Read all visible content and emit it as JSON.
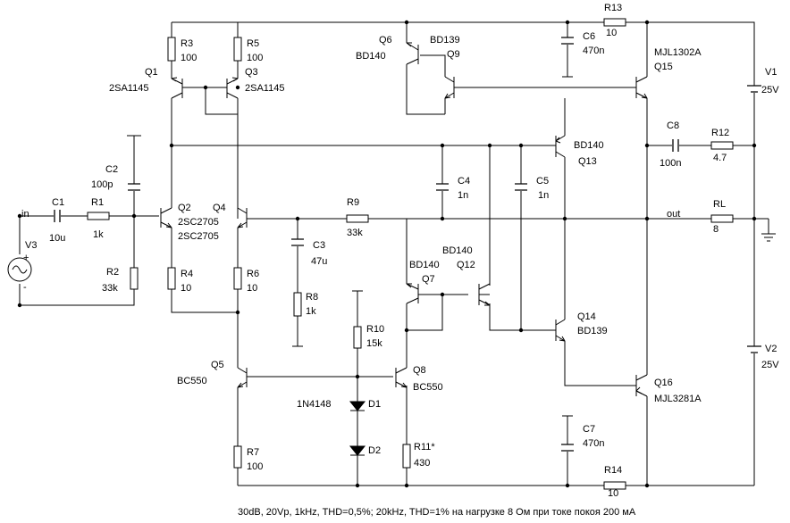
{
  "components": {
    "q1": {
      "ref": "Q1",
      "part": "2SA1145"
    },
    "q2": {
      "ref": "Q2",
      "part": "2SC2705"
    },
    "q3": {
      "ref": "Q3",
      "part": "2SA1145"
    },
    "q4": {
      "ref": "Q4",
      "part": "2SC2705"
    },
    "q5": {
      "ref": "Q5",
      "part": "BC550"
    },
    "q6": {
      "ref": "Q6",
      "part": "BD140"
    },
    "q7": {
      "ref": "Q7",
      "part": "BD140"
    },
    "q8": {
      "ref": "Q8",
      "part": "BC550"
    },
    "q9": {
      "ref": "Q9",
      "part": "BD139"
    },
    "q12": {
      "ref": "Q12",
      "part": "BD140"
    },
    "q13": {
      "ref": "Q13",
      "part": "BD140"
    },
    "q14": {
      "ref": "Q14",
      "part": "BD139"
    },
    "q15": {
      "ref": "Q15",
      "part": "MJL1302A"
    },
    "q16": {
      "ref": "Q16",
      "part": "MJL3281A"
    },
    "r1": {
      "ref": "R1",
      "value": "1k"
    },
    "r2": {
      "ref": "R2",
      "value": "33k"
    },
    "r3": {
      "ref": "R3",
      "value": "100"
    },
    "r4": {
      "ref": "R4",
      "value": "10"
    },
    "r5": {
      "ref": "R5",
      "value": "100"
    },
    "r6": {
      "ref": "R6",
      "value": "10"
    },
    "r7": {
      "ref": "R7",
      "value": "100"
    },
    "r8": {
      "ref": "R8",
      "value": "1k"
    },
    "r9": {
      "ref": "R9",
      "value": "33k"
    },
    "r10": {
      "ref": "R10",
      "value": "15k"
    },
    "r11": {
      "ref": "R11*",
      "value": "430"
    },
    "r12": {
      "ref": "R12",
      "value": "4.7"
    },
    "r13": {
      "ref": "R13",
      "value": "10"
    },
    "r14": {
      "ref": "R14",
      "value": "10"
    },
    "rl": {
      "ref": "RL",
      "value": "8"
    },
    "c1": {
      "ref": "C1",
      "value": "10u"
    },
    "c2": {
      "ref": "C2",
      "value": "100p"
    },
    "c3": {
      "ref": "C3",
      "value": "47u"
    },
    "c4": {
      "ref": "C4",
      "value": "1n"
    },
    "c5": {
      "ref": "C5",
      "value": "1n"
    },
    "c6": {
      "ref": "C6",
      "value": "470n"
    },
    "c7": {
      "ref": "C7",
      "value": "470n"
    },
    "c8": {
      "ref": "C8",
      "value": "100n"
    },
    "d1": {
      "ref": "D1",
      "part": "1N4148"
    },
    "d2": {
      "ref": "D2"
    },
    "v1": {
      "ref": "V1",
      "value": "25V"
    },
    "v2": {
      "ref": "V2",
      "value": "25V"
    },
    "v3": {
      "ref": "V3"
    }
  },
  "nets": {
    "in": "in",
    "out": "out"
  },
  "polarity": {
    "plus": "+",
    "minus": "-"
  },
  "caption": "30dB, 20Vp, 1kHz, THD=0,5%; 20kHz, THD=1% на нагрузке 8 Ом при токе покоя 200 мА"
}
